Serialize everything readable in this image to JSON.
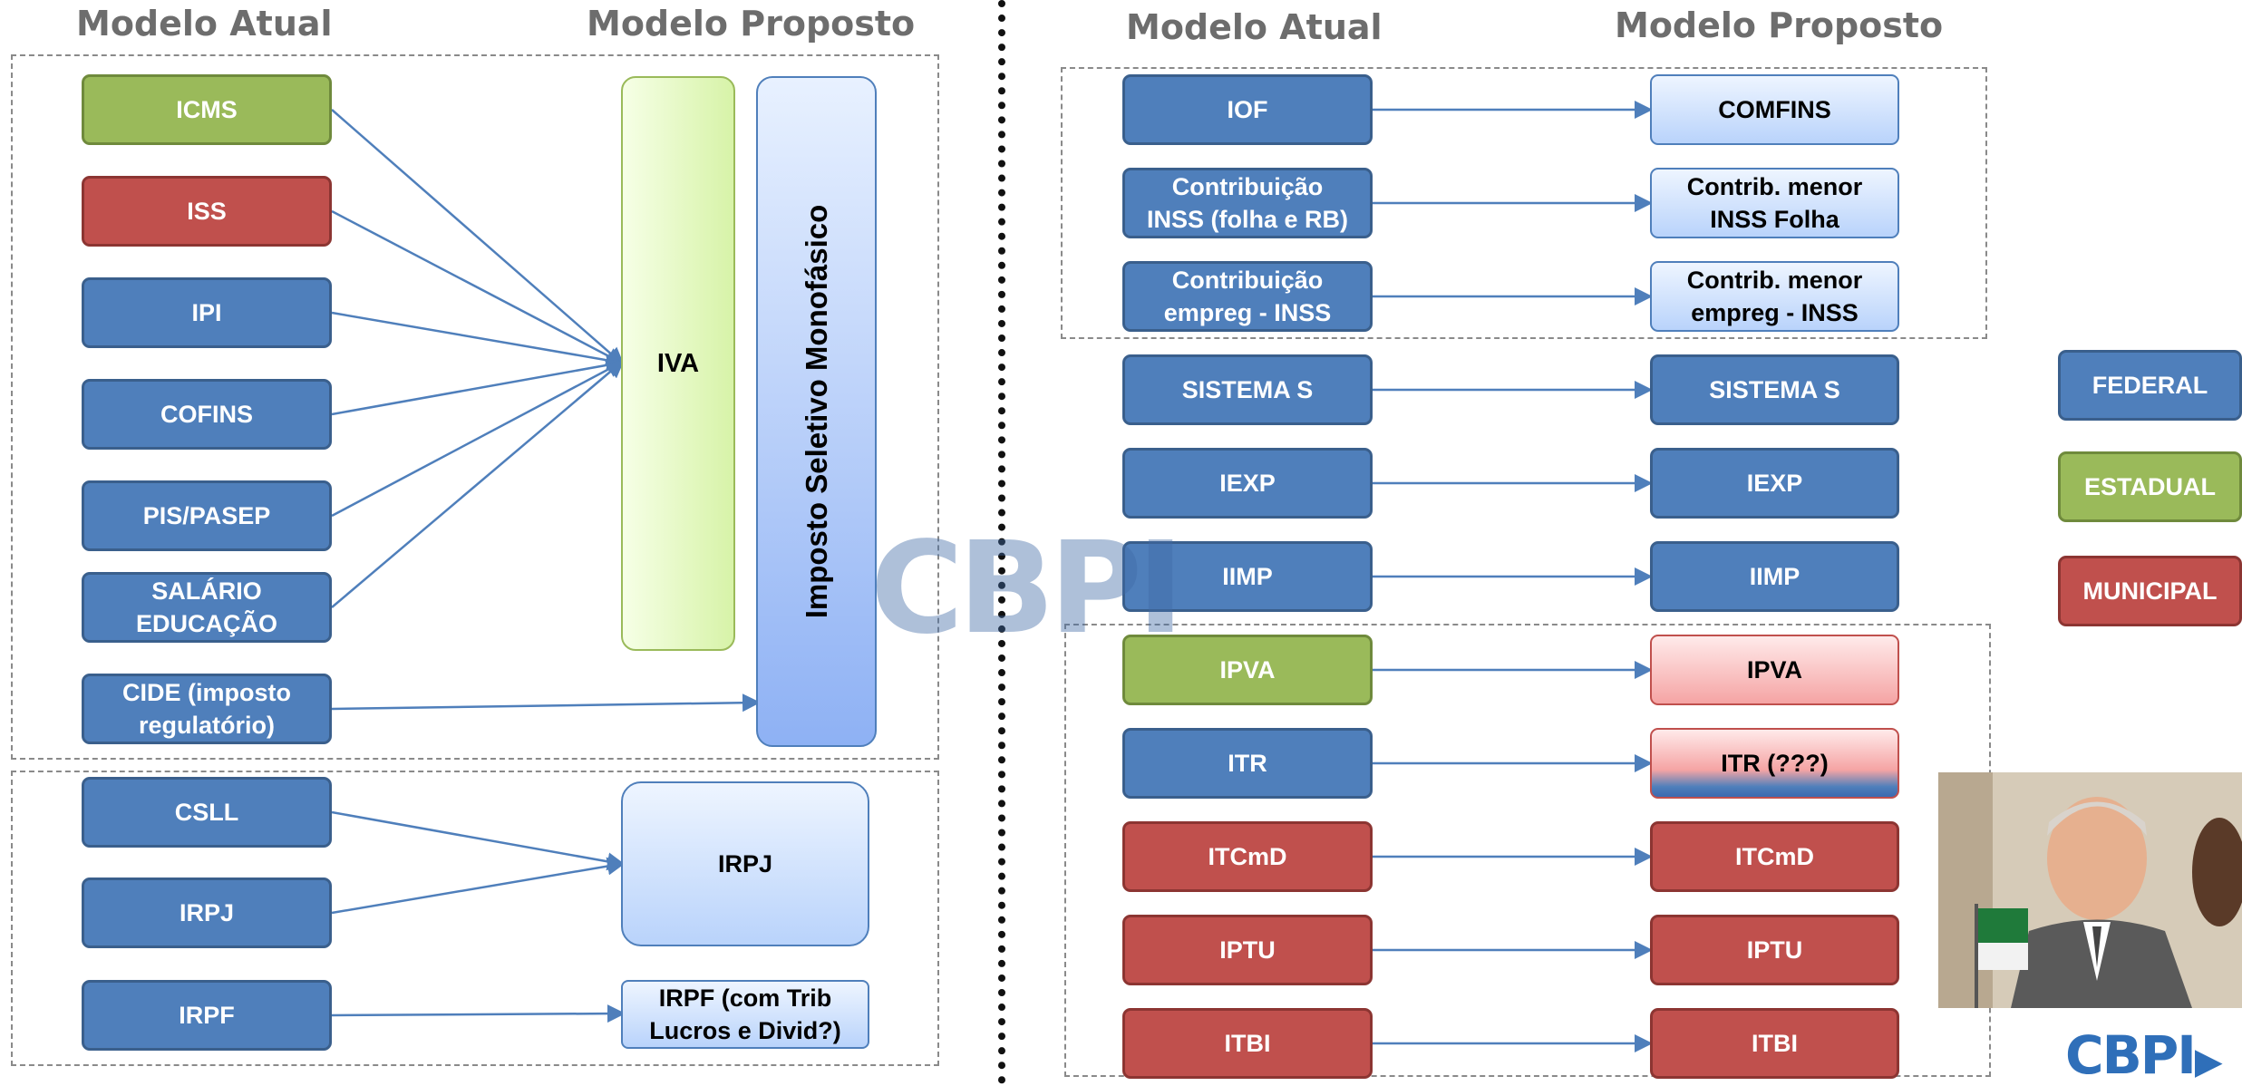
{
  "left": {
    "header_atual": "Modelo Atual",
    "header_proposto": "Modelo Proposto",
    "current": [
      "ICMS",
      "ISS",
      "IPI",
      "COFINS",
      "PIS/PASEP",
      "SALÁRIO\nEDUCAÇÃO",
      "CIDE (imposto\nregulatório)",
      "CSLL",
      "IRPJ",
      "IRPF"
    ],
    "iva": "IVA",
    "seletivo": "Imposto Seletivo Monofásico",
    "irpj": "IRPJ",
    "irpf": "IRPF (com Trib\nLucros e Divid?)"
  },
  "right": {
    "header_atual": "Modelo Atual",
    "header_proposto": "Modelo Proposto",
    "current": [
      "IOF",
      "Contribuição\nINSS (folha e RB)",
      "Contribuição\nempreg - INSS",
      "SISTEMA S",
      "IEXP",
      "IIMP",
      "IPVA",
      "ITR",
      "ITCmD",
      "IPTU",
      "ITBI"
    ],
    "proposed": [
      "COMFINS",
      "Contrib. menor\nINSS Folha",
      "Contrib. menor\nempreg - INSS",
      "SISTEMA S",
      "IEXP",
      "IIMP",
      "IPVA",
      "ITR (???)",
      "ITCmD",
      "IPTU",
      "ITBI"
    ]
  },
  "legend": [
    "FEDERAL",
    "ESTADUAL",
    "MUNICIPAL"
  ],
  "watermark": "CBPI",
  "logo": "CBPI",
  "colors": {
    "federal": "#4f7fbb",
    "estadual": "#9aba5a",
    "municipal": "#c0504d"
  }
}
